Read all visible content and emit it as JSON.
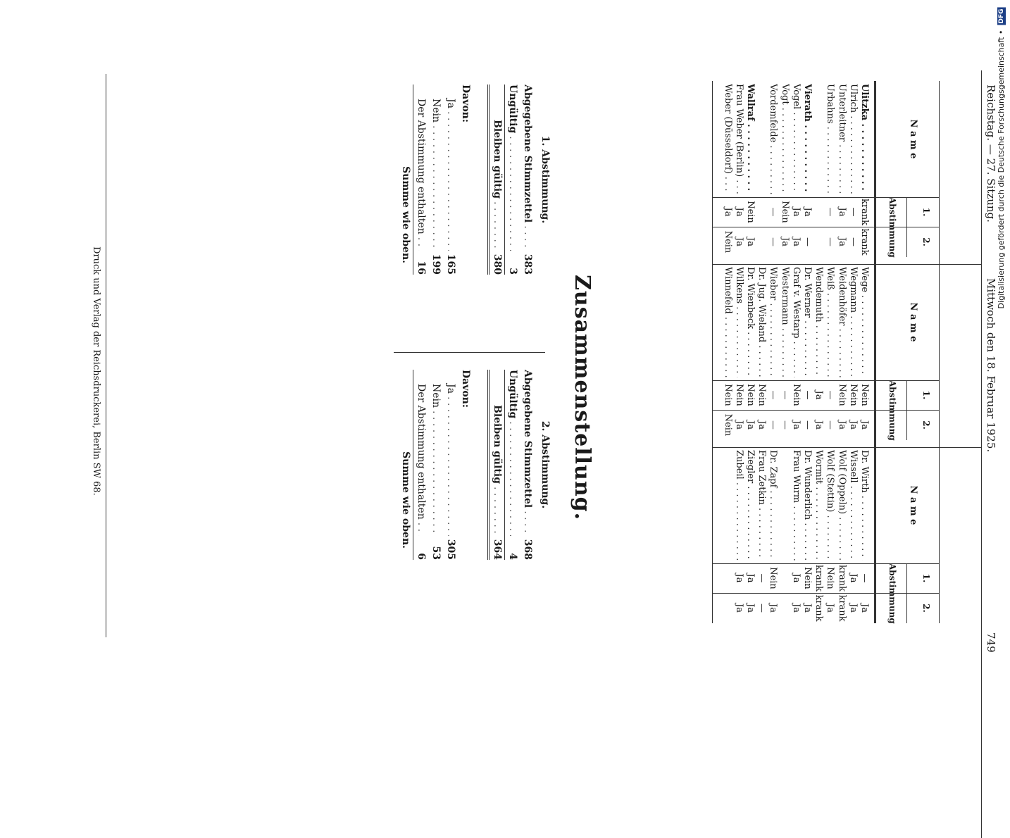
{
  "page_header": {
    "left": "Reichstag. — 27. Sitzung.",
    "center": "Mittwoch den 18. Februar 1925.",
    "page_number": "749"
  },
  "table_headers": {
    "name": "N a m e",
    "col1": "1.",
    "col2": "2.",
    "group": "Abstimmung"
  },
  "columns": [
    {
      "rows": [
        {
          "name": "Ulitzka",
          "v1": "krank",
          "v2": "krank",
          "bold": true
        },
        {
          "name": "Ulrich",
          "v1": "—",
          "v2": "—"
        },
        {
          "name": "Unterleitner",
          "v1": "Ja",
          "v2": "Ja"
        },
        {
          "name": "Urbahns",
          "v1": "—",
          "v2": "—"
        },
        {
          "name": "",
          "v1": "",
          "v2": ""
        },
        {
          "name": "Vierath",
          "v1": "Ja",
          "v2": "—",
          "bold": true
        },
        {
          "name": "Vogel",
          "v1": "Ja",
          "v2": "Ja"
        },
        {
          "name": "Vogt",
          "v1": "Nein",
          "v2": "Ja"
        },
        {
          "name": "Vordemfelde",
          "v1": "—",
          "v2": "—"
        },
        {
          "name": "",
          "v1": "",
          "v2": ""
        },
        {
          "name": "Wallraf",
          "v1": "Nein",
          "v2": "Ja",
          "bold": true
        },
        {
          "name": "Frau Weber (Berlin)",
          "v1": "Ja",
          "v2": "Ja"
        },
        {
          "name": "Weber (Düsseldorf)",
          "v1": "Ja",
          "v2": "Nein"
        }
      ]
    },
    {
      "rows": [
        {
          "name": "Wege",
          "v1": "Nein",
          "v2": "Ja"
        },
        {
          "name": "Wegmann",
          "v1": "Nein",
          "v2": "Ja"
        },
        {
          "name": "Weidenhöfer",
          "v1": "Nein",
          "v2": "Ja"
        },
        {
          "name": "Weiß",
          "v1": "—",
          "v2": "—"
        },
        {
          "name": "Wendemuth",
          "v1": "Ja",
          "v2": "Ja"
        },
        {
          "name": "Dr. Werner",
          "v1": "—",
          "v2": "—"
        },
        {
          "name": "Graf v. Westarp",
          "v1": "Nein",
          "v2": "Ja"
        },
        {
          "name": "Westermann",
          "v1": "—",
          "v2": "—"
        },
        {
          "name": "Wieber",
          "v1": "—",
          "v2": "—"
        },
        {
          "name": "Dr. Jug. Wieland",
          "v1": "Nein",
          "v2": "Ja"
        },
        {
          "name": "Dr. Wienbeck",
          "v1": "Nein",
          "v2": "Ja"
        },
        {
          "name": "Wilkens",
          "v1": "Nein",
          "v2": "Ja"
        },
        {
          "name": "Winnefeld",
          "v1": "Nein",
          "v2": "Nein"
        }
      ]
    },
    {
      "rows": [
        {
          "name": "Dr. Wirth",
          "v1": "—",
          "v2": "Ja"
        },
        {
          "name": "Wissell",
          "v1": "Ja",
          "v2": "Ja"
        },
        {
          "name": "Wolf (Oppeln)",
          "v1": "krank",
          "v2": "krank"
        },
        {
          "name": "Wolf (Stettin)",
          "v1": "Nein",
          "v2": "Ja"
        },
        {
          "name": "Wormit",
          "v1": "krank",
          "v2": "krank"
        },
        {
          "name": "Dr. Wunderlich",
          "v1": "Nein",
          "v2": "Ja"
        },
        {
          "name": "Frau Wurm",
          "v1": "Ja",
          "v2": "Ja"
        },
        {
          "name": "",
          "v1": "",
          "v2": ""
        },
        {
          "name": "Dr. Zapf",
          "v1": "Nein",
          "v2": "Ja"
        },
        {
          "name": "Frau Zetkin",
          "v1": "—",
          "v2": "—"
        },
        {
          "name": "Ziegler",
          "v1": "Ja",
          "v2": "Ja"
        },
        {
          "name": "Zubeil",
          "v1": "Ja",
          "v2": "Ja"
        }
      ]
    }
  ],
  "summary": {
    "title": "Zusammenstellung.",
    "first": {
      "heading": "1. Abstimmung.",
      "abgegeben_label": "Abgegebene Stimmzettel",
      "abgegeben": "383",
      "ungueltig_label": "Ungültig",
      "ungueltig": "3",
      "gueltig_label": "Bleiben gültig",
      "gueltig": "380",
      "davon_label": "Davon:",
      "ja_label": "Ja",
      "ja": "165",
      "nein_label": "Nein",
      "nein": "199",
      "enthalten_label": "Der Abstimmung enthalten",
      "enthalten": "16",
      "summe": "Summe wie oben."
    },
    "second": {
      "heading": "2. Abstimmung.",
      "abgegeben_label": "Abgegebene Stimmzettel",
      "abgegeben": "368",
      "ungueltig_label": "Ungültig",
      "ungueltig": "4",
      "gueltig_label": "Bleiben gültig",
      "gueltig": "364",
      "davon_label": "Davon:",
      "ja_label": "Ja",
      "ja": "305",
      "nein_label": "Nein",
      "nein": "53",
      "enthalten_label": "Der Abstimmung enthalten",
      "enthalten": "6",
      "summe": "Summe wie oben."
    }
  },
  "footer": "Druck und Verlag der Reichsdruckerei, Berlin SW 68.",
  "side_note": "Digitalisierung gefördert durch die Deutsche Forschungsgemeinschaft •",
  "side_logo": "DFG"
}
